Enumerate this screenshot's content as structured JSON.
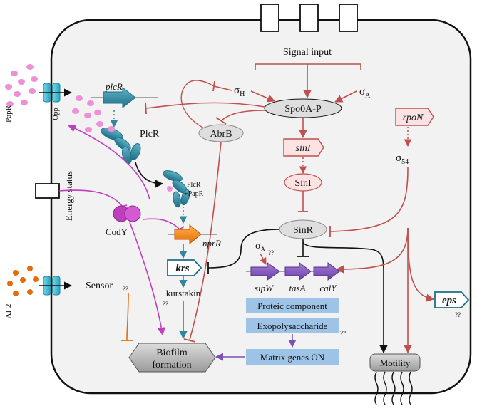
{
  "labels": {
    "signal_input": "Signal input",
    "sigma_h": "σH",
    "sigma_a_top": "σA",
    "spo0a": "Spo0A-P",
    "plcr_gene": "plcR",
    "plcr_protein": "PlcR",
    "plcr_papr_line1": "PlcR",
    "plcr_papr_line2": "+PapR",
    "abrb": "AbrB",
    "sinI_gene": "sinI",
    "sinI_protein": "SinI",
    "sinR": "SinR",
    "rpoN": "rpoN",
    "sigma54": "σ54",
    "papr": "PapR",
    "opp": "Opp",
    "energy_status": "Energy status",
    "cody": "CodY",
    "nprR": "nprR",
    "krs": "krs",
    "kurstakin": "kurstakin",
    "sigma_a_mid": "σA",
    "q1": "??",
    "sipW": "sipW",
    "tasA": "tasA",
    "calY": "calY",
    "proteic": "Proteic component",
    "exopoly": "Exopolysaccharide",
    "q_exo": "??",
    "matrix": "Matrix genes ON",
    "eps": "eps",
    "q_eps": "??",
    "ai2": "AI-2",
    "sensor": "Sensor",
    "q_sensor": "??",
    "q_cody": "??",
    "biofilm_line1": "Biofilm",
    "biofilm_line2": "formation",
    "motility": "Motility"
  },
  "colors": {
    "regulation_red": "#c0504d",
    "cody_magenta": "#c03fbf",
    "plcr_teal": "#31859c",
    "operon_purple": "#7b4fb5",
    "matrix_blue": "#9dc3e6",
    "sensor_orange": "#e46c0a",
    "cell_fill": "#f2f2f2"
  }
}
